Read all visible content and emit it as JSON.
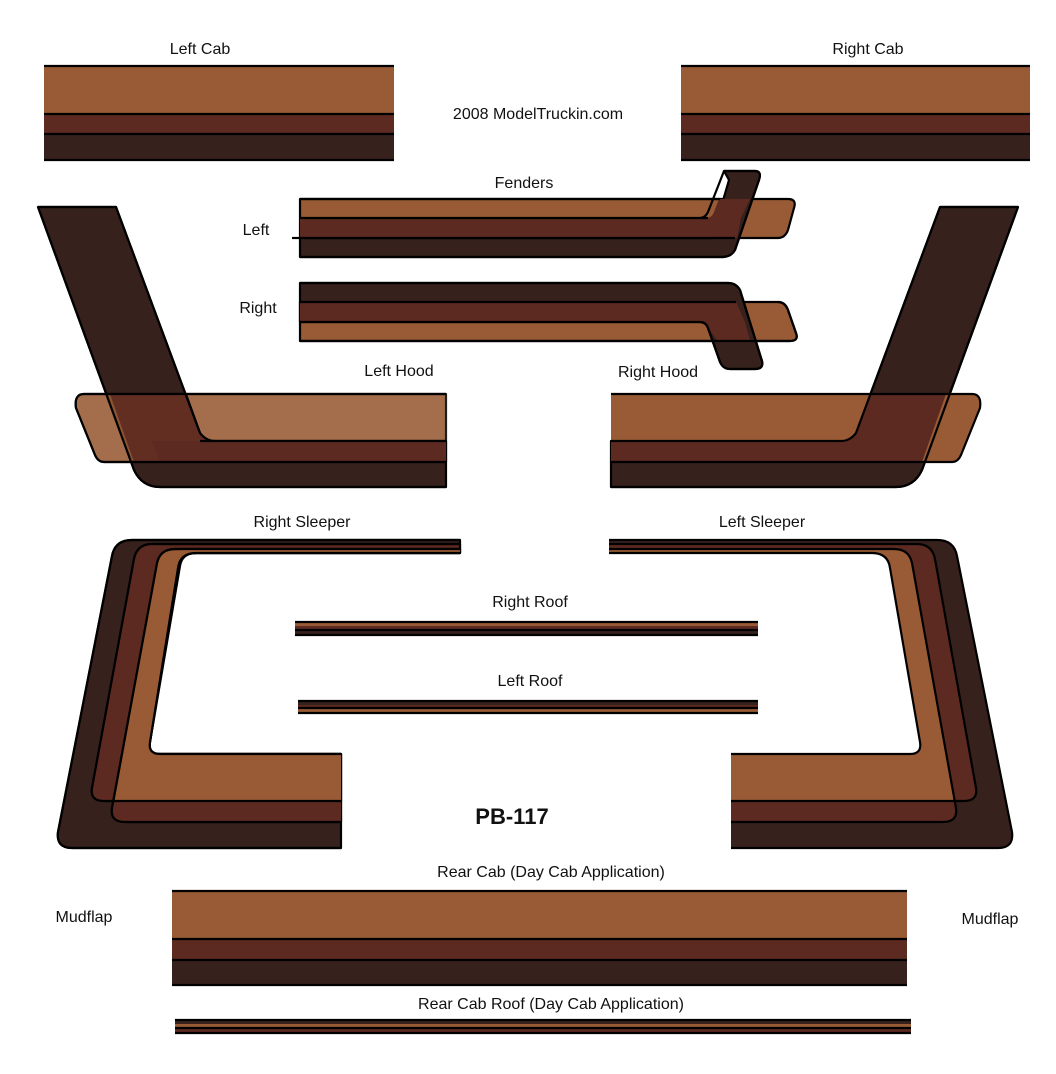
{
  "colors": {
    "light": "#985b35",
    "medium": "#5c2a20",
    "dark": "#37211c",
    "outline": "#000000",
    "background": "#ffffff"
  },
  "labels": {
    "left_cab": "Left Cab",
    "right_cab": "Right Cab",
    "copyright": "2008 ModelTruckin.com",
    "fenders": "Fenders",
    "fender_left": "Left",
    "fender_right": "Right",
    "left_hood": "Left Hood",
    "right_hood": "Right Hood",
    "right_sleeper": "Right Sleeper",
    "left_sleeper": "Left Sleeper",
    "right_roof": "Right Roof",
    "left_roof": "Left Roof",
    "product_code": "PB-117",
    "rear_cab": "Rear Cab (Day Cab Application)",
    "mudflap_left": "Mudflap",
    "mudflap_right": "Mudflap",
    "rear_cab_roof": "Rear Cab Roof  (Day Cab Application)"
  }
}
